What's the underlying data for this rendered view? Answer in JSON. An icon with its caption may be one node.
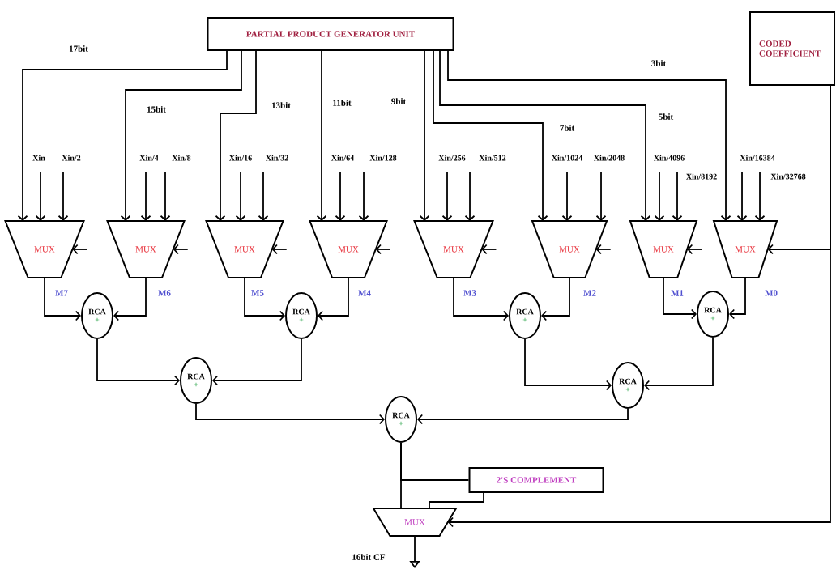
{
  "diagram": {
    "nodes": [
      {
        "text": [
          "PARTIAL PRODUCT GENERATOR UNIT"
        ]
      },
      {
        "text": [
          "CODED COEFFICIENT"
        ]
      },
      {
        "text": [
          "MUX"
        ]
      },
      {
        "text": [
          "MUX"
        ]
      },
      {
        "text": [
          "MUX"
        ]
      },
      {
        "text": [
          "MUX"
        ]
      },
      {
        "text": [
          "MUX"
        ]
      },
      {
        "text": [
          "MUX"
        ]
      },
      {
        "text": [
          "MUX"
        ]
      },
      {
        "text": [
          "MUX"
        ]
      },
      {
        "text": [
          "RCA",
          "+"
        ]
      },
      {
        "text": [
          "RCA",
          "+"
        ]
      },
      {
        "text": [
          "RCA",
          "+"
        ]
      },
      {
        "text": [
          "RCA",
          "+"
        ]
      },
      {
        "text": [
          "RCA",
          "+"
        ]
      },
      {
        "text": [
          "RCA",
          "+"
        ]
      },
      {
        "text": [
          "RCA",
          "+"
        ]
      },
      {
        "text": [
          "2'S COMPLEMENT"
        ]
      },
      {
        "text": [
          "MUX"
        ]
      },
      {
        "text": [
          "Xin"
        ]
      },
      {
        "text": [
          "Xin/2"
        ]
      },
      {
        "text": [
          "Xin/4"
        ]
      },
      {
        "text": [
          "Xin/8"
        ]
      },
      {
        "text": [
          "Xin/16"
        ]
      },
      {
        "text": [
          "Xin/32"
        ]
      },
      {
        "text": [
          "Xin/64"
        ]
      },
      {
        "text": [
          "Xin/128"
        ]
      },
      {
        "text": [
          "Xin/256"
        ]
      },
      {
        "text": [
          "Xin/512"
        ]
      },
      {
        "text": [
          "Xin/1024"
        ]
      },
      {
        "text": [
          "Xin/2048"
        ]
      },
      {
        "text": [
          "Xin/4096"
        ]
      },
      {
        "text": [
          "Xin/8192"
        ]
      },
      {
        "text": [
          "Xin/16384"
        ]
      },
      {
        "text": [
          "Xin/32768"
        ]
      }
    ],
    "edges": [
      {
        "from": 0,
        "to": 2,
        "arrow": "to",
        "label": "17bit"
      },
      {
        "from": 0,
        "to": 3,
        "arrow": "to",
        "label": "15bit"
      },
      {
        "from": 0,
        "to": 4,
        "arrow": "to",
        "label": "13bit"
      },
      {
        "from": 0,
        "to": 5,
        "arrow": "to",
        "label": "11bit"
      },
      {
        "from": 0,
        "to": 6,
        "arrow": "to",
        "label": "9bit"
      },
      {
        "from": 0,
        "to": 7,
        "arrow": "to",
        "label": "7bit"
      },
      {
        "from": 0,
        "to": 8,
        "arrow": "to",
        "label": "5bit"
      },
      {
        "from": 0,
        "to": 9,
        "arrow": "to",
        "label": "3bit"
      },
      {
        "from": 19,
        "to": 2,
        "arrow": "to"
      },
      {
        "from": 20,
        "to": 2,
        "arrow": "to"
      },
      {
        "from": 21,
        "to": 3,
        "arrow": "to"
      },
      {
        "from": 22,
        "to": 3,
        "arrow": "to"
      },
      {
        "from": 23,
        "to": 4,
        "arrow": "to"
      },
      {
        "from": 24,
        "to": 4,
        "arrow": "to"
      },
      {
        "from": 25,
        "to": 5,
        "arrow": "to"
      },
      {
        "from": 26,
        "to": 5,
        "arrow": "to"
      },
      {
        "from": 27,
        "to": 6,
        "arrow": "to"
      },
      {
        "from": 28,
        "to": 6,
        "arrow": "to"
      },
      {
        "from": 29,
        "to": 7,
        "arrow": "to"
      },
      {
        "from": 30,
        "to": 7,
        "arrow": "to"
      },
      {
        "from": 31,
        "to": 8,
        "arrow": "to"
      },
      {
        "from": 32,
        "to": 8,
        "arrow": "to"
      },
      {
        "from": 33,
        "to": 9,
        "arrow": "to"
      },
      {
        "from": 34,
        "to": 9,
        "arrow": "to"
      },
      {
        "from": null,
        "to": 2,
        "arrow": "to"
      },
      {
        "from": null,
        "to": 3,
        "arrow": "to"
      },
      {
        "from": null,
        "to": 4,
        "arrow": "to"
      },
      {
        "from": null,
        "to": 5,
        "arrow": "to"
      },
      {
        "from": null,
        "to": 6,
        "arrow": "to"
      },
      {
        "from": null,
        "to": 7,
        "arrow": "to"
      },
      {
        "from": null,
        "to": 8,
        "arrow": "to"
      },
      {
        "from": 1,
        "to": 9,
        "arrow": "to"
      },
      {
        "from": 1,
        "to": 18,
        "arrow": "to"
      },
      {
        "from": 2,
        "to": 10,
        "arrow": "to",
        "label": "M7"
      },
      {
        "from": 3,
        "to": 10,
        "arrow": "to",
        "label": "M6"
      },
      {
        "from": 4,
        "to": 11,
        "arrow": "to",
        "label": "M5"
      },
      {
        "from": 5,
        "to": 11,
        "arrow": "to",
        "label": "M4"
      },
      {
        "from": 6,
        "to": 12,
        "arrow": "to",
        "label": "M3"
      },
      {
        "from": 7,
        "to": 12,
        "arrow": "to",
        "label": "M2"
      },
      {
        "from": 8,
        "to": 13,
        "arrow": "to",
        "label": "M1"
      },
      {
        "from": 9,
        "to": 13,
        "arrow": "to",
        "label": "M0"
      },
      {
        "from": 10,
        "to": 14,
        "arrow": "to"
      },
      {
        "from": 11,
        "to": 14,
        "arrow": "to"
      },
      {
        "from": 12,
        "to": 15,
        "arrow": "to"
      },
      {
        "from": 13,
        "to": 15,
        "arrow": "to"
      },
      {
        "from": 14,
        "to": 16,
        "arrow": "to"
      },
      {
        "from": 15,
        "to": 16,
        "arrow": "to"
      },
      {
        "from": 16,
        "to": 18,
        "arrow": "none"
      },
      {
        "from": 16,
        "to": 17,
        "arrow": "none"
      },
      {
        "from": 17,
        "to": 18,
        "arrow": "none"
      },
      {
        "from": 18,
        "to": null,
        "arrow": "to",
        "label": "16bit CF"
      }
    ]
  }
}
